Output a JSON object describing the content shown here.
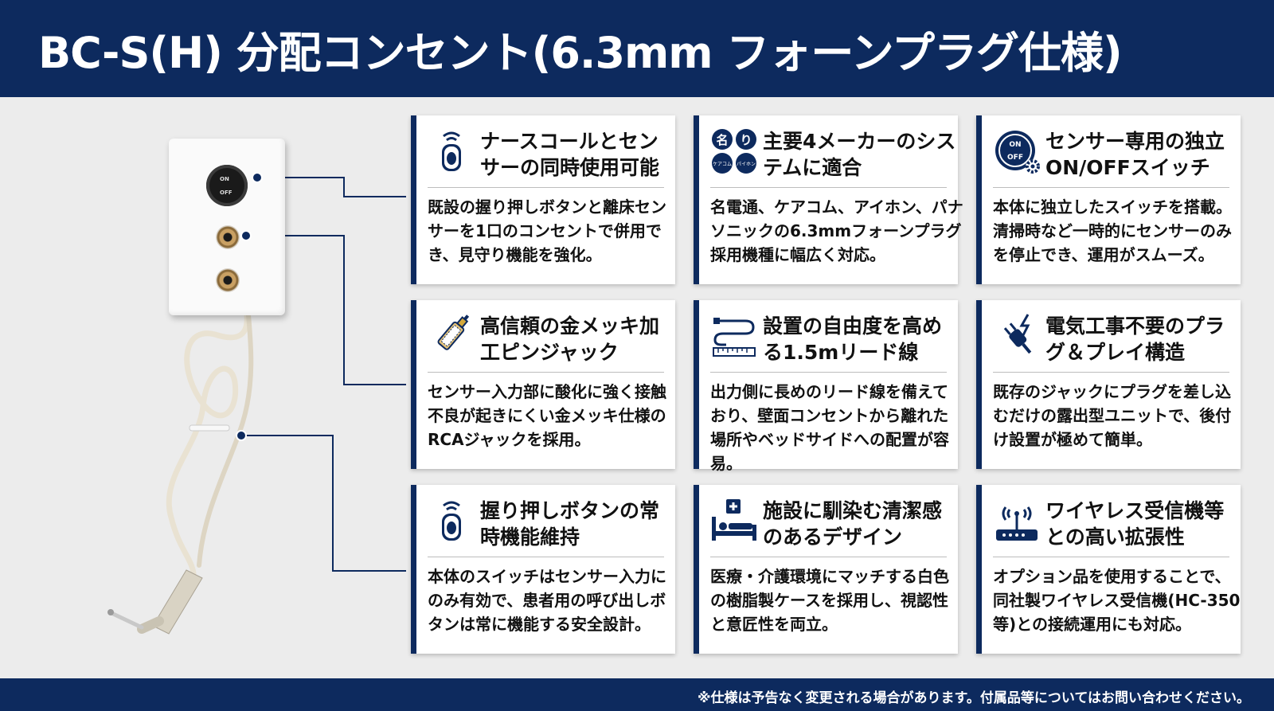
{
  "title": "BC-S(H) 分配コンセント(6.3mm フォーンプラグ仕様)",
  "footer_note": "※仕様は予告なく変更される場合があります。付属品等についてはお問い合わせください。",
  "product": {
    "switch_on": "ON",
    "switch_off": "OFF"
  },
  "icons": {
    "maker_badges": [
      "名",
      "り",
      "ケアコム",
      "パイホン"
    ],
    "onoff_on": "ON",
    "onoff_off": "OFF"
  },
  "cards": [
    {
      "icon": "nurse-call-button-icon",
      "title": "ナースコールとセンサーの同時使用可能",
      "desc": "既設の握り押しボタンと離床センサーを1口のコンセントで併用でき、見守り機能を強化。"
    },
    {
      "icon": "maker-logos-icon",
      "title": "主要4メーカーのシステムに適合",
      "desc": "名電通、ケアコム、アイホン、パナソニックの6.3mmフォーンプラグ採用機種に幅広く対応。"
    },
    {
      "icon": "on-off-switch-icon",
      "title": "センサー専用の独立ON/OFFスイッチ",
      "desc": "本体に独立したスイッチを搭載。清掃時など一時的にセンサーのみを停止でき、運用がスムーズ。"
    },
    {
      "icon": "gold-plug-icon",
      "title": "高信頼の金メッキ加工ピンジャック",
      "desc": "センサー入力部に酸化に強く接触不良が起きにくい金メッキ仕様のRCAジャックを採用。"
    },
    {
      "icon": "cable-ruler-icon",
      "title": "設置の自由度を高める1.5mリード線",
      "desc": "出力側に長めのリード線を備えており、壁面コンセントから離れた場所やベッドサイドへの配置が容易。"
    },
    {
      "icon": "plug-lightning-icon",
      "title": "電気工事不要のプラグ＆プレイ構造",
      "desc": "既存のジャックにプラグを差し込むだけの露出型ユニットで、後付け設置が極めて簡単。"
    },
    {
      "icon": "nurse-call-button-icon",
      "title": "握り押しボタンの常時機能維持",
      "desc": "本体のスイッチはセンサー入力にのみ有効で、患者用の呼び出しボタンは常に機能する安全設計。"
    },
    {
      "icon": "hospital-bed-icon",
      "title": "施設に馴染む清潔感のあるデザイン",
      "desc": "医療・介護環境にマッチする白色の樹脂製ケースを採用し、視認性と意匠性を両立。"
    },
    {
      "icon": "wireless-router-icon",
      "title": "ワイヤレス受信機等との高い拡張性",
      "desc": "オプション品を使用することで、同社製ワイヤレス受信機(HC-350等)との接続運用にも対応。"
    }
  ]
}
